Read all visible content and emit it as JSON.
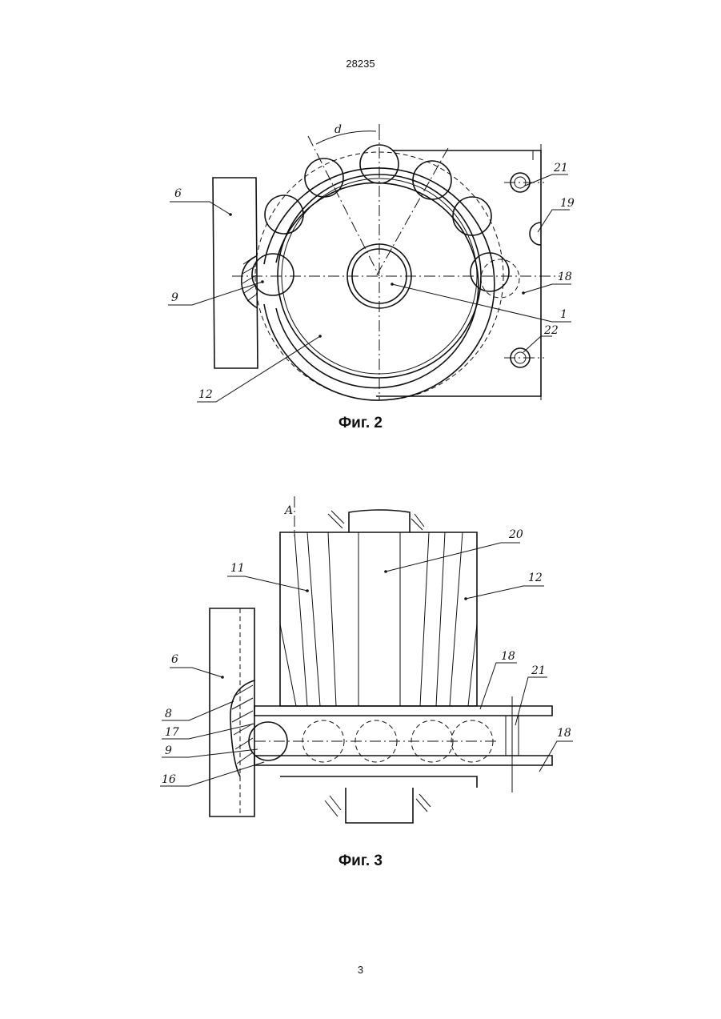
{
  "header": {
    "doc_number": "28235"
  },
  "figure2": {
    "caption": "Фиг. 2",
    "labels": {
      "l6": "6",
      "l9": "9",
      "l12": "12",
      "l1": "1",
      "l18": "18",
      "l19": "19",
      "l21": "21",
      "l22": "22",
      "ld": "d"
    }
  },
  "figure3": {
    "caption": "Фиг. 3",
    "labels": {
      "lA": "A",
      "l11": "11",
      "l20": "20",
      "l12": "12",
      "l6": "6",
      "l8": "8",
      "l17": "17",
      "l9": "9",
      "l16": "16",
      "l18a": "18",
      "l21": "21",
      "l18b": "18"
    }
  },
  "footer": {
    "page_number": "3"
  }
}
